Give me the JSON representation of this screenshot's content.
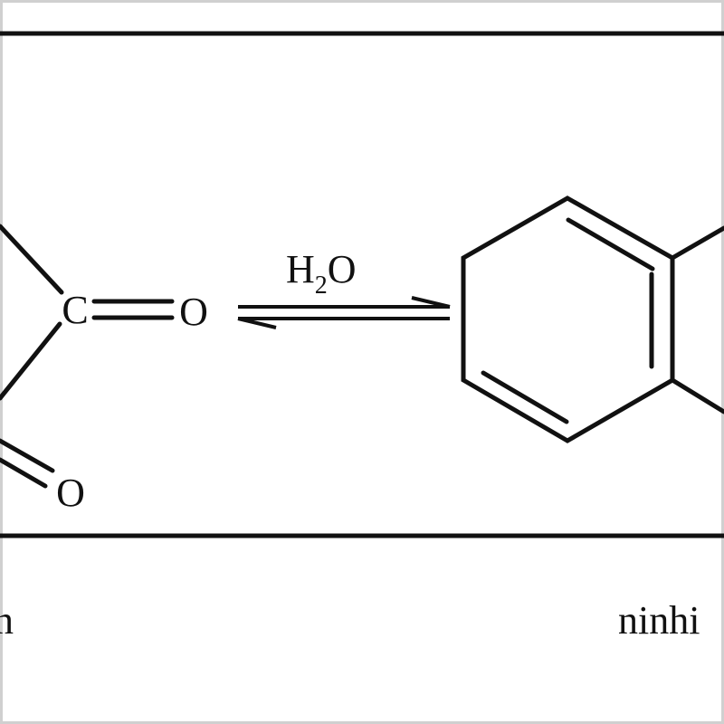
{
  "scheme": {
    "condition": {
      "main": "H",
      "sub": "2",
      "tail": "O"
    },
    "atoms": {
      "carbonyl_carbon": "C",
      "oxygen_right": "O",
      "oxygen_lower": "O"
    },
    "captions": {
      "left": "n",
      "right": "ninhi"
    }
  },
  "colors": {
    "ink": "#111111",
    "background": "#ffffff",
    "frame": "#d0d0d0"
  }
}
